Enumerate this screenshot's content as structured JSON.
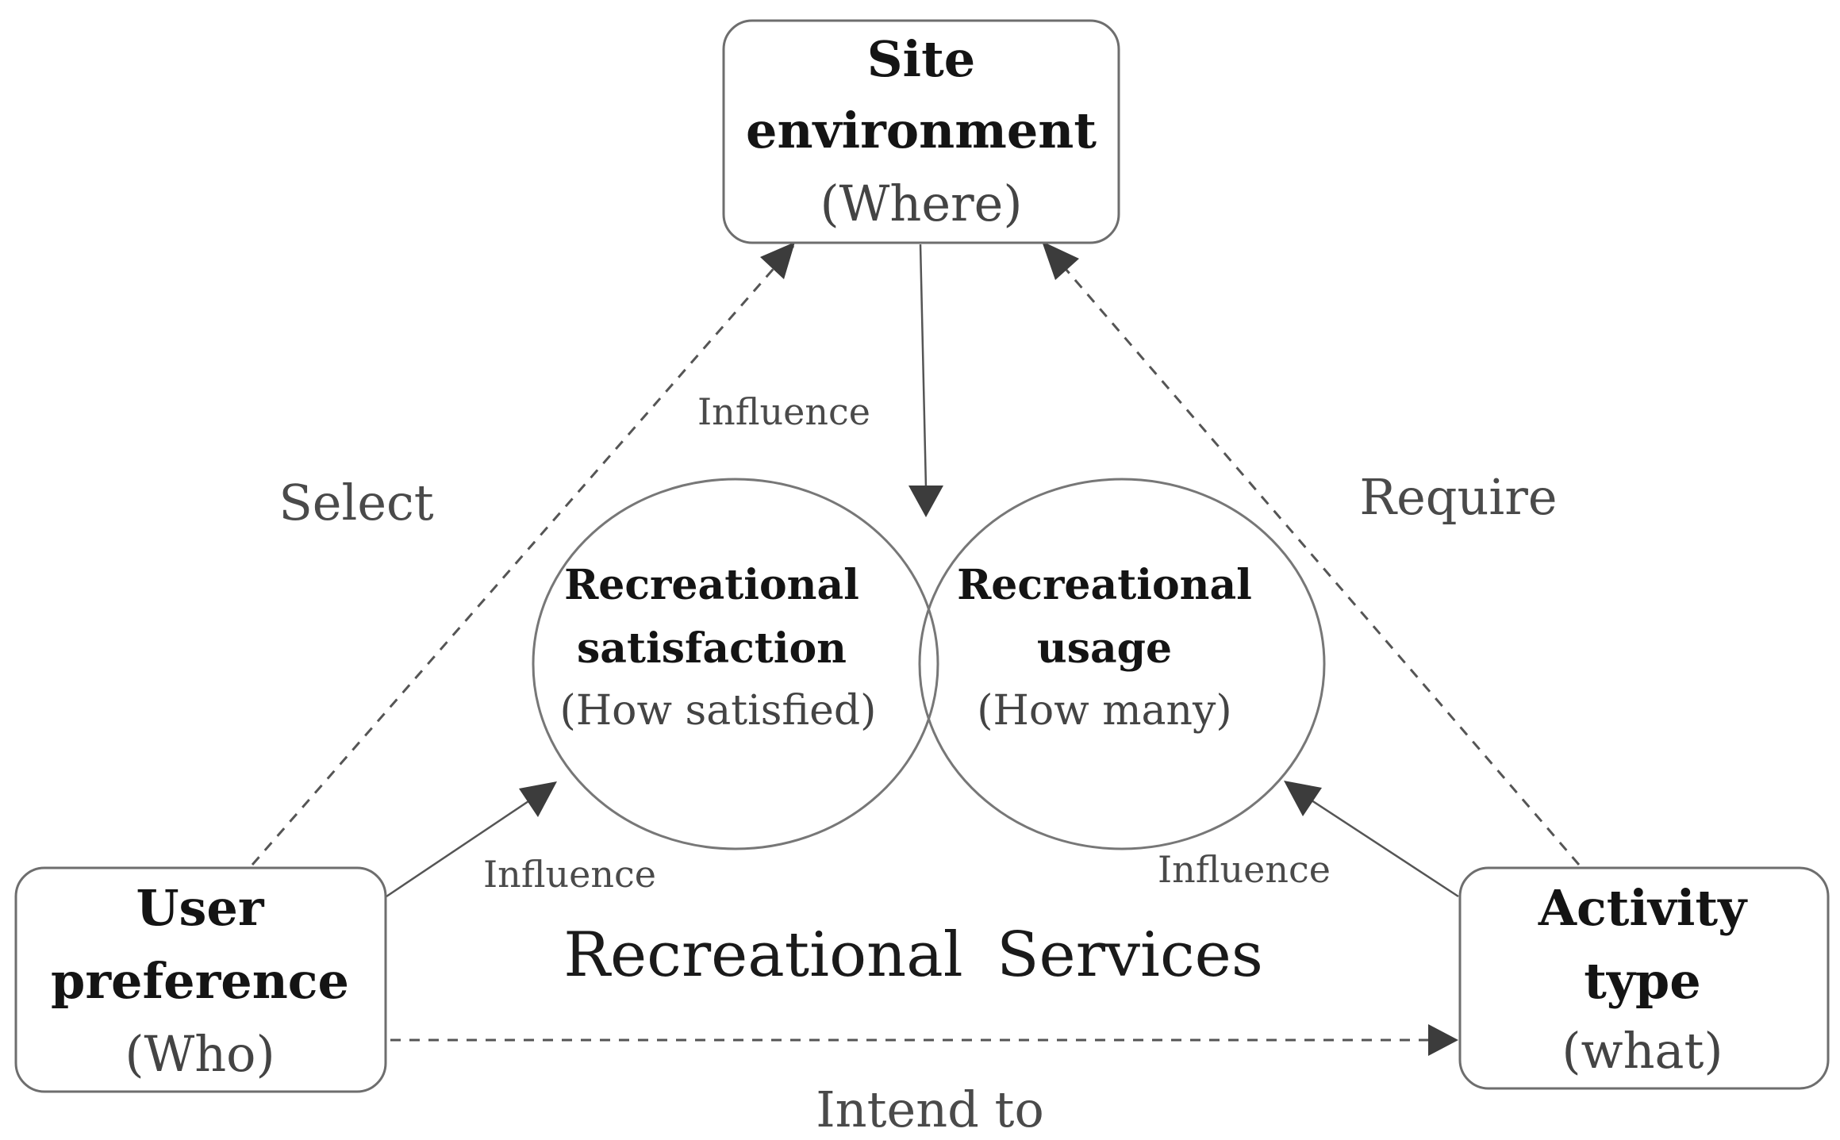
{
  "nodes": {
    "site_environment": {
      "title_line1": "Site",
      "title_line2": "environment",
      "subtitle": "(Where)"
    },
    "user_preference": {
      "title_line1": "User",
      "title_line2": "preference",
      "subtitle": "(Who)"
    },
    "activity_type": {
      "title_line1": "Activity",
      "title_line2": "type",
      "subtitle": "(what)"
    },
    "recreational_satisfaction": {
      "title_line1": "Recreational",
      "title_line2": "satisfaction",
      "subtitle": "(How satisfied)"
    },
    "recreational_usage": {
      "title_line1": "Recreational",
      "title_line2": "usage",
      "subtitle": "(How many)"
    }
  },
  "edges": {
    "select": "Select",
    "require": "Require",
    "intend_to": "Intend to",
    "influence_site": "Influence",
    "influence_user": "Influence",
    "influence_activity": "Influence"
  },
  "center_label": {
    "word1": "Recreational",
    "word2": "Services"
  },
  "colors": {
    "box_stroke": "#6e6e6e",
    "line": "#555555",
    "arrowhead": "#3c3c3c",
    "title_text": "#141414",
    "subtitle_text": "#444444"
  }
}
